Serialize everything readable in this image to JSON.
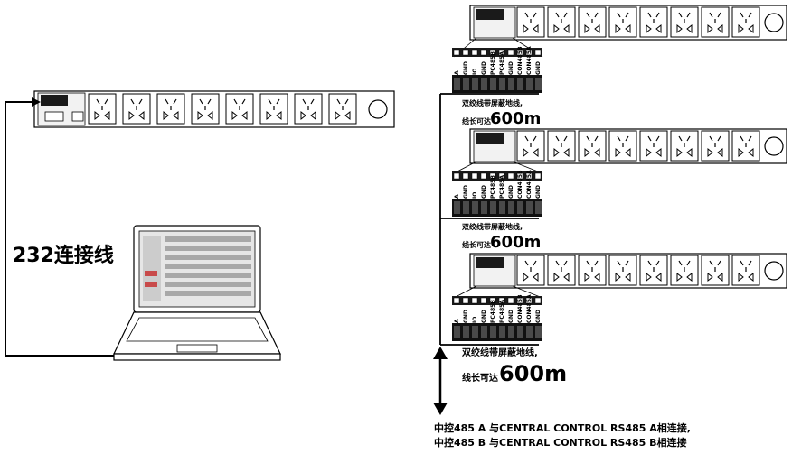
{
  "labels": {
    "cable232": "232连接线",
    "cable_note": "双绞线带屏蔽地线,",
    "length_prefix": "线长可达",
    "length_value": "600m",
    "footer_line1": "中控485 A 与CENTRAL CONTROL RS485 A相连接,",
    "footer_line2": "中控485 B 与CENTRAL CONTROL RS485 B相连接"
  },
  "terminal_pins": [
    "A",
    "GND",
    "IO",
    "GND",
    "PC485B",
    "PC485A",
    "GND",
    "CON485B",
    "CON485A",
    "GND"
  ],
  "icons": {
    "outlet": "power-socket-icon",
    "power_switch": "power-switch-icon",
    "laptop": "laptop-icon",
    "arrow": "double-arrow-icon"
  },
  "colors": {
    "line": "#000000",
    "panel": "#f2f2f2",
    "terminal": "#1a1a1a"
  }
}
